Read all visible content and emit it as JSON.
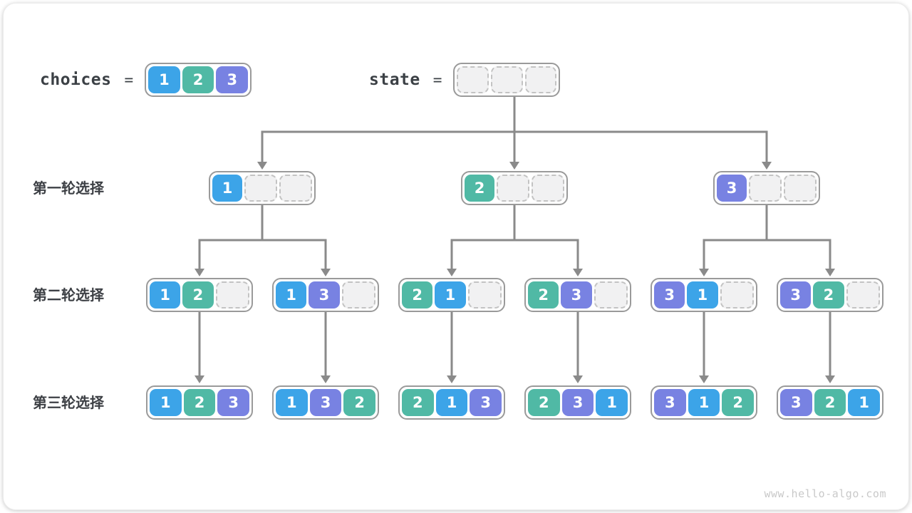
{
  "diagram": {
    "watermark": "www.hello-algo.com",
    "choices": {
      "label": "choices",
      "equals": "=",
      "cells": [
        "1",
        "2",
        "3"
      ]
    },
    "state": {
      "label": "state",
      "equals": "=",
      "cells": [
        "",
        "",
        ""
      ]
    },
    "rounds": [
      {
        "label": "第一轮选择",
        "nodes": [
          [
            "1",
            "",
            ""
          ],
          [
            "2",
            "",
            ""
          ],
          [
            "3",
            "",
            ""
          ]
        ]
      },
      {
        "label": "第二轮选择",
        "nodes": [
          [
            "1",
            "2",
            ""
          ],
          [
            "1",
            "3",
            ""
          ],
          [
            "2",
            "1",
            ""
          ],
          [
            "2",
            "3",
            ""
          ],
          [
            "3",
            "1",
            ""
          ],
          [
            "3",
            "2",
            ""
          ]
        ]
      },
      {
        "label": "第三轮选择",
        "nodes": [
          [
            "1",
            "2",
            "3"
          ],
          [
            "1",
            "3",
            "2"
          ],
          [
            "2",
            "1",
            "3"
          ],
          [
            "2",
            "3",
            "1"
          ],
          [
            "3",
            "1",
            "2"
          ],
          [
            "3",
            "2",
            "1"
          ]
        ]
      }
    ]
  },
  "colors": {
    "value_1": "#3ca4e8",
    "value_2": "#50b9a5",
    "value_3": "#7882e2",
    "empty_fill": "#f1f1f2",
    "dash_border": "#c3c3c3",
    "container_border": "#9a9a9a",
    "connector": "#8a8a8a",
    "label_text": "#3b4045",
    "watermark_text": "#c9c9c9"
  }
}
